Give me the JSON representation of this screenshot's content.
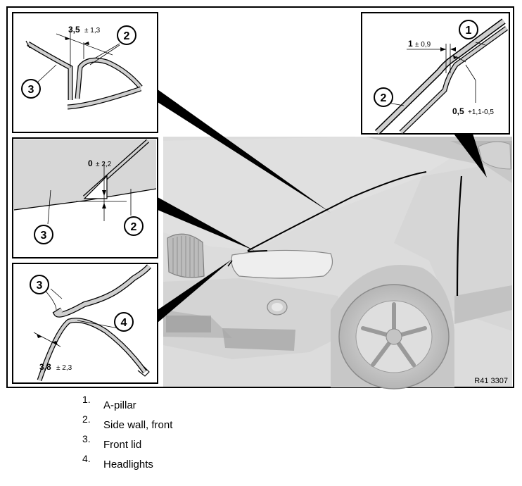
{
  "callouts": {
    "n1": "1",
    "n2": "2",
    "n3": "3",
    "n4": "4"
  },
  "dimensions": {
    "d1_value": "1",
    "d1_tol": "± 0,9",
    "d2_value": "0,5",
    "d2_tol": "+1,1-0,5",
    "d3_value": "3,5",
    "d3_tol": "± 1,3",
    "d4_value": "0",
    "d4_tol": "± 2,2",
    "d5_value": "3,8",
    "d5_tol": "± 2,3"
  },
  "figure_code": "R41 3307",
  "legend": [
    {
      "num": "1.",
      "label": "A-pillar"
    },
    {
      "num": "2.",
      "label": "Side wall, front"
    },
    {
      "num": "3.",
      "label": "Front lid"
    },
    {
      "num": "4.",
      "label": "Headlights"
    }
  ]
}
